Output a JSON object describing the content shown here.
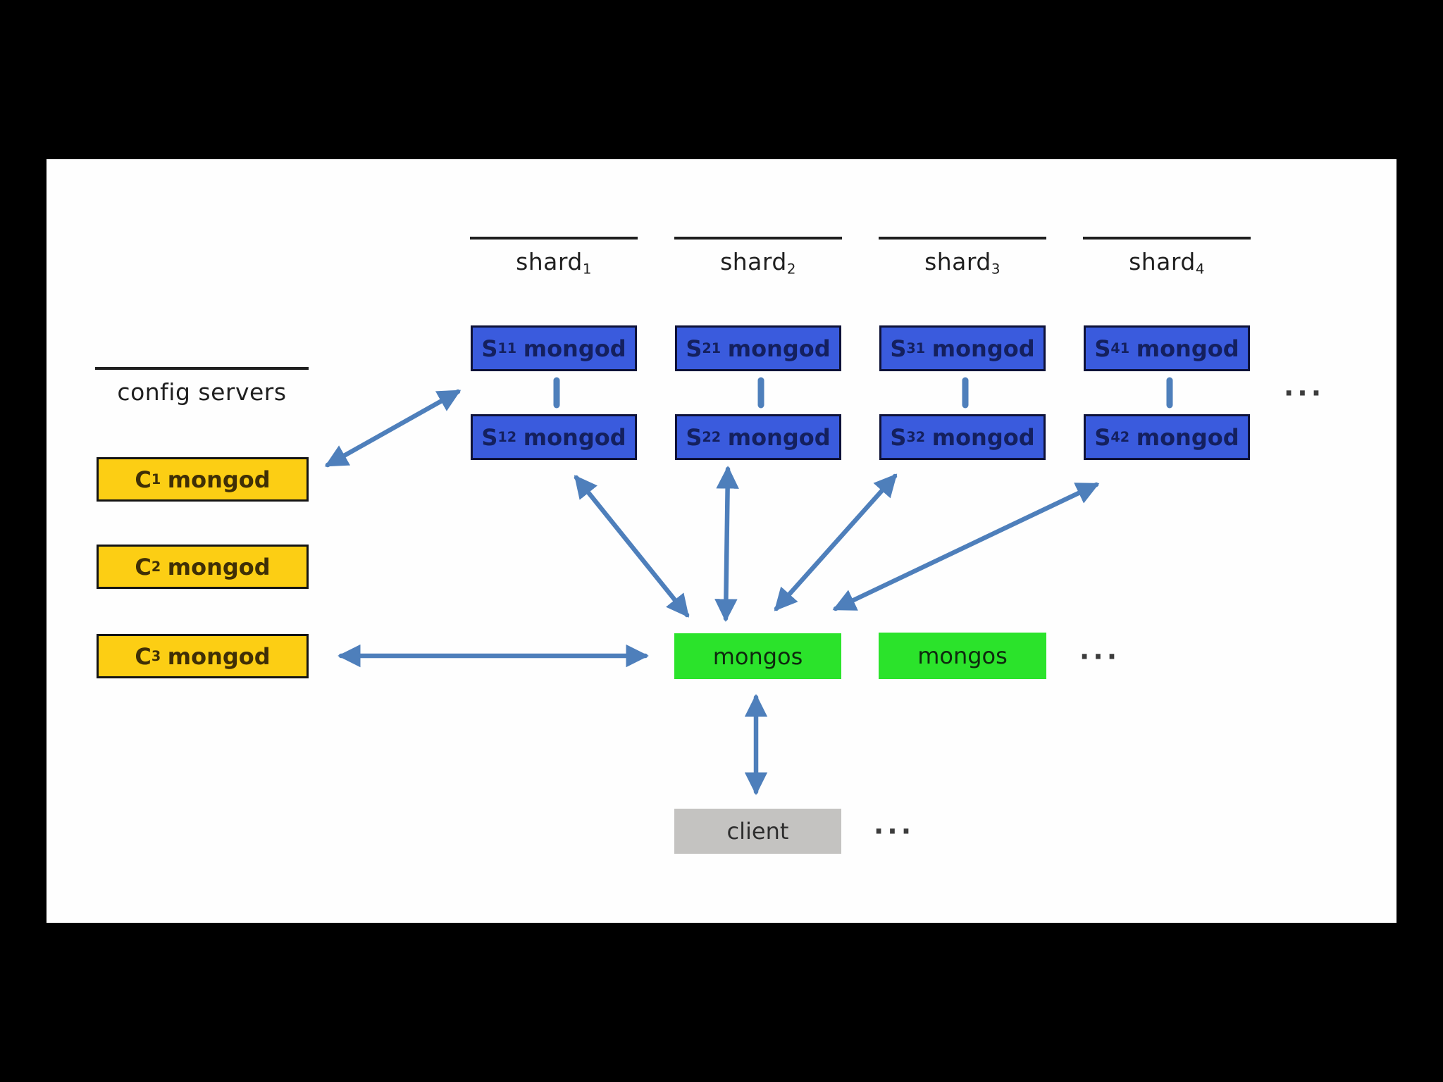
{
  "page": {
    "background": "#000000",
    "canvas_background": "#FEFEFE"
  },
  "colors": {
    "page_bg": "#000000",
    "canvas_bg": "#FEFEFE",
    "arrow": "#4E7FBB",
    "shard_box_fill": "#3A5BDD",
    "shard_box_border": "#0E1238",
    "shard_box_text": "#14205E",
    "config_box_fill": "#FCCE14",
    "config_box_border": "#141414",
    "config_box_text": "#3F2F06",
    "router_box_fill": "#2BE32B",
    "router_box_text": "#0E2A0E",
    "client_box_fill": "#C4C3C1",
    "client_box_text": "#2E2E2E",
    "heading_text": "#1F1F1F",
    "ellipsis_text": "#3C3C3C"
  },
  "config": {
    "heading": "config servers",
    "servers": [
      {
        "base": "C",
        "sub": "1",
        "suffix": "mongod"
      },
      {
        "base": "C",
        "sub": "2",
        "suffix": "mongod"
      },
      {
        "base": "C",
        "sub": "3",
        "suffix": "mongod"
      }
    ]
  },
  "shards": {
    "ellipsis": "···",
    "columns": [
      {
        "label": {
          "base": "shard",
          "sub": "1"
        },
        "members": [
          {
            "base": "S",
            "sub": "11",
            "suffix": "mongod"
          },
          {
            "base": "S",
            "sub": "12",
            "suffix": "mongod"
          }
        ]
      },
      {
        "label": {
          "base": "shard",
          "sub": "2"
        },
        "members": [
          {
            "base": "S",
            "sub": "21",
            "suffix": "mongod"
          },
          {
            "base": "S",
            "sub": "22",
            "suffix": "mongod"
          }
        ]
      },
      {
        "label": {
          "base": "shard",
          "sub": "3"
        },
        "members": [
          {
            "base": "S",
            "sub": "31",
            "suffix": "mongod"
          },
          {
            "base": "S",
            "sub": "32",
            "suffix": "mongod"
          }
        ]
      },
      {
        "label": {
          "base": "shard",
          "sub": "4"
        },
        "members": [
          {
            "base": "S",
            "sub": "41",
            "suffix": "mongod"
          },
          {
            "base": "S",
            "sub": "42",
            "suffix": "mongod"
          }
        ]
      }
    ]
  },
  "routers": {
    "boxes": [
      {
        "label": "mongos"
      },
      {
        "label": "mongos"
      }
    ],
    "ellipsis": "···"
  },
  "client": {
    "label": "client",
    "ellipsis": "···"
  }
}
